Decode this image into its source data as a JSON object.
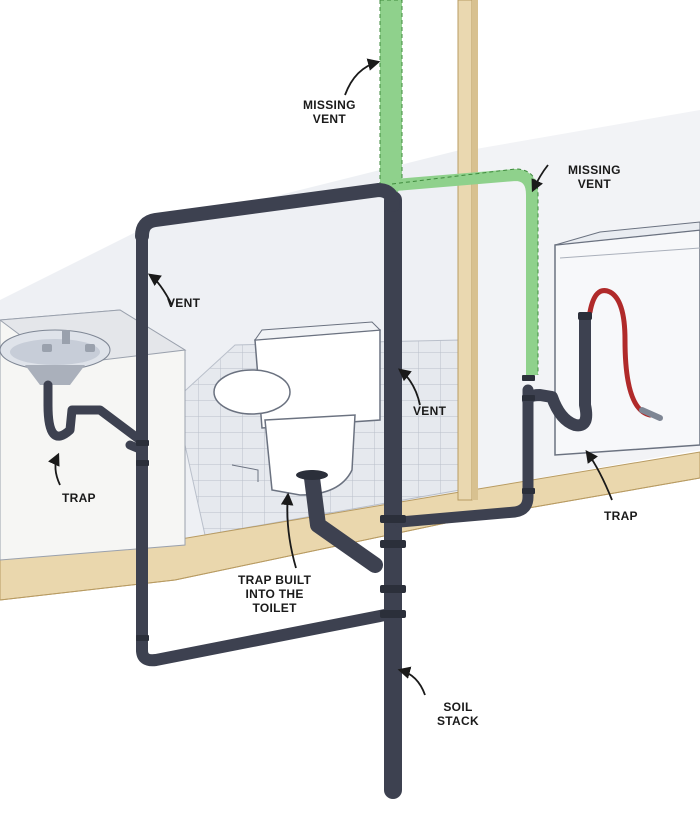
{
  "labels": {
    "missing_vent_top": [
      "MISSING",
      "VENT"
    ],
    "missing_vent_right": [
      "MISSING",
      "VENT"
    ],
    "vent_left": "VENT",
    "vent_center": "VENT",
    "trap_left": "TRAP",
    "trap_right": "TRAP",
    "trap_toilet": [
      "TRAP BUILT",
      "INTO THE",
      "TOILET"
    ],
    "soil_stack": [
      "SOIL",
      "STACK"
    ]
  },
  "colors": {
    "pipe": "#3d4150",
    "missing_vent": "#8fd18c",
    "floor": "#ead7ad",
    "wall": "#eef0f4",
    "tile": "#d7dbe3",
    "stud": "#ead8b0",
    "hose": "#b02a2a"
  },
  "icons": {
    "arrows": "curved-pointer-arrow-icon",
    "fixtures": [
      "sink-icon",
      "toilet-icon",
      "washer-icon"
    ]
  }
}
